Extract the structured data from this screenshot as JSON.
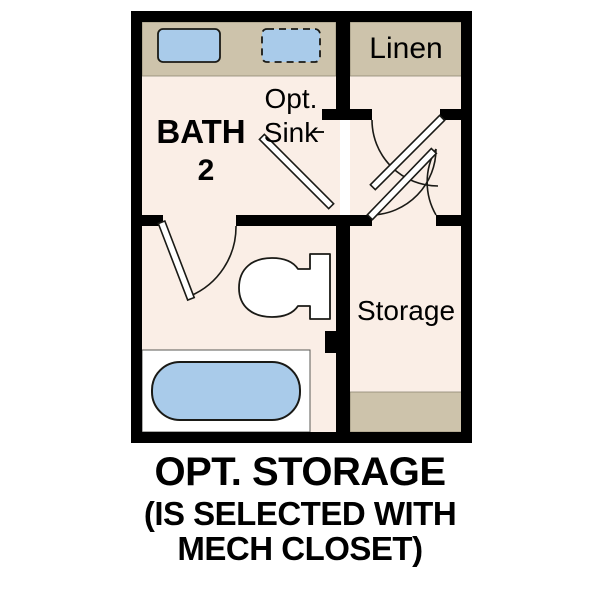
{
  "plan": {
    "title_caption": {
      "line1": "OPT. STORAGE",
      "line2": "(IS SELECTED WITH",
      "line3": "MECH CLOSET)"
    },
    "rooms": [
      {
        "id": "bath2",
        "label_line1": "BATH",
        "label_line2": "2"
      },
      {
        "id": "linen",
        "label": "Linen"
      },
      {
        "id": "storage",
        "label": "Storage"
      }
    ],
    "annotations": [
      {
        "id": "opt-sink",
        "line1": "Opt.",
        "line2": "Sink"
      }
    ],
    "fixtures": [
      {
        "id": "sink-primary",
        "type": "sink",
        "style": "solid"
      },
      {
        "id": "sink-optional",
        "type": "sink",
        "style": "dashed"
      },
      {
        "id": "toilet",
        "type": "toilet"
      },
      {
        "id": "bathtub",
        "type": "tub"
      }
    ],
    "doors": [
      {
        "id": "door-bath-entry",
        "swing": "arc"
      },
      {
        "id": "door-linen",
        "swing": "arc"
      },
      {
        "id": "door-storage",
        "swing": "arc"
      },
      {
        "id": "door-opt-sink-pocket",
        "swing": "panel"
      }
    ],
    "colors": {
      "wall": "#000000",
      "floor": "#faeee6",
      "counter": "#cdc3ab",
      "fixture_blue": "#a9cbea",
      "fixture_white": "#ffffff",
      "outline": "#1a1a16",
      "text": "#000000",
      "page_background": "#ffffff"
    }
  }
}
